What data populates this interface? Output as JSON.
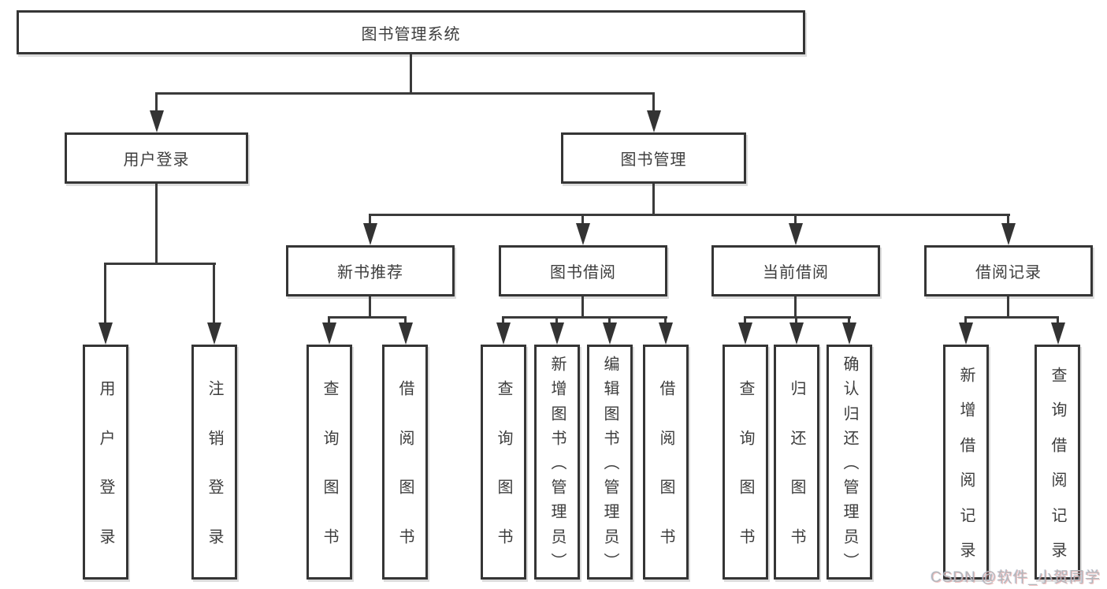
{
  "tree": {
    "label": "图书管理系统",
    "children": [
      {
        "label": "用户登录",
        "children": [
          {
            "label": "用户登录"
          },
          {
            "label": "注销登录"
          }
        ]
      },
      {
        "label": "图书管理",
        "children": [
          {
            "label": "新书推荐",
            "children": [
              {
                "label": "查询图书"
              },
              {
                "label": "借阅图书"
              }
            ]
          },
          {
            "label": "图书借阅",
            "children": [
              {
                "label": "查询图书"
              },
              {
                "label": "新增图书（管理员）"
              },
              {
                "label": "编辑图书（管理员）"
              },
              {
                "label": "借阅图书"
              }
            ]
          },
          {
            "label": "当前借阅",
            "children": [
              {
                "label": "查询图书"
              },
              {
                "label": "归还图书"
              },
              {
                "label": "确认归还（管理员）"
              }
            ]
          },
          {
            "label": "借阅记录",
            "children": [
              {
                "label": "新增借阅记录"
              },
              {
                "label": "查询借阅记录"
              }
            ]
          }
        ]
      }
    ]
  },
  "watermark": {
    "text": "CSDN @软件_小贺同学"
  },
  "colors": {
    "line": "#3a3a3a",
    "border": "#353535",
    "text": "#3d3d3d",
    "background": "#ffffff",
    "watermark": "#b3b7bb"
  }
}
